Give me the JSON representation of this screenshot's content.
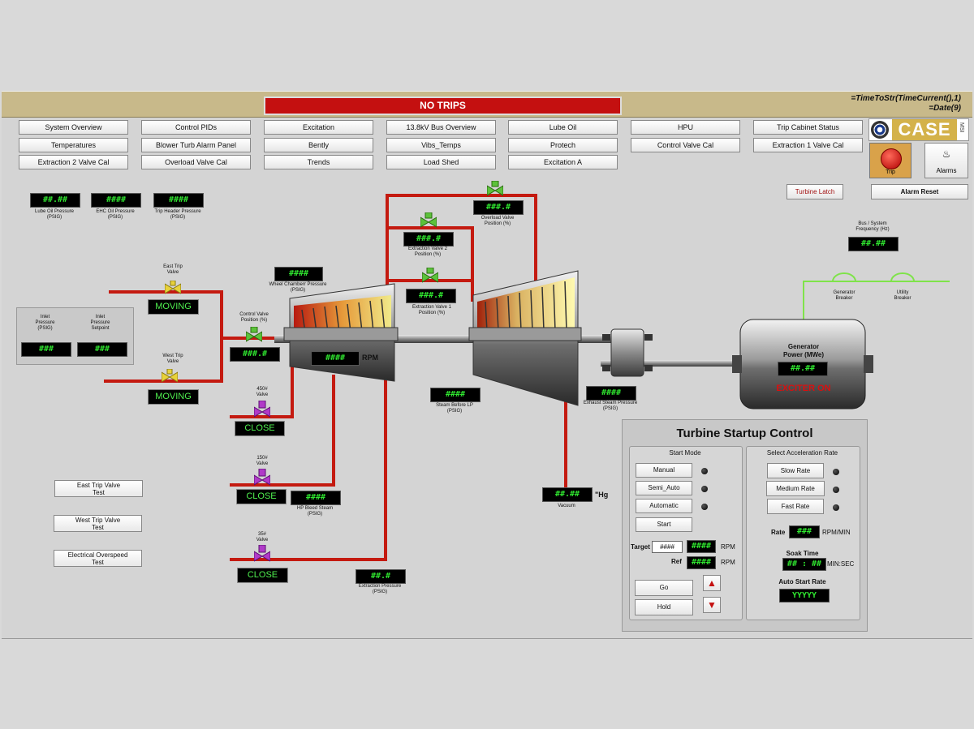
{
  "header": {
    "trip_status": "NO TRIPS",
    "clock_time": "=TimeToStr(TimeCurrent(),1)",
    "clock_date": "=Date(9)"
  },
  "nav": [
    "System Overview",
    "Control PIDs",
    "Excitation",
    "13.8kV Bus Overview",
    "Lube Oil",
    "HPU",
    "Trip Cabinet Status",
    "Temperatures",
    "Blower Turb Alarm Panel",
    "Bently",
    "Vibs_Temps",
    "Protech",
    "Control Valve Cal",
    "Extraction 1 Valve Cal",
    "Extraction 2 Valve Cal",
    "Overload Valve Cal",
    "Trends",
    "Load Shed",
    "Excitation A"
  ],
  "logo": {
    "text": "CASE",
    "sub": "MSI"
  },
  "buttons": {
    "trip": "Trip",
    "alarms": "Alarms",
    "turbine_latch": "Turbine Latch",
    "alarm_reset": "Alarm Reset"
  },
  "readouts": {
    "lube_oil": {
      "value": "##.##",
      "label": "Lube Oil Pressure\n(PSIG)"
    },
    "ehc_oil": {
      "value": "####",
      "label": "EHC Oil Pressure\n(PSIG)"
    },
    "trip_header": {
      "value": "####",
      "label": "Trip Header Pressure\n(PSIG)"
    },
    "inlet_pressure": {
      "value": "###",
      "label": "Inlet\nPressure\n(PSIG)"
    },
    "inlet_setpoint": {
      "value": "###",
      "label": "Inlet\nPressure\nSetpoint"
    },
    "control_valve": {
      "value": "###.#",
      "label": "Control Valve\nPosition (%)"
    },
    "wheel_chamber": {
      "value": "####",
      "label": "Wheel Chamberr Pressure\n(PSIG)"
    },
    "rpm": {
      "value": "####",
      "unit": "RPM"
    },
    "ext2": {
      "value": "###.#",
      "label": "Extraction Valve 2\nPosition (%)"
    },
    "ext1": {
      "value": "###.#",
      "label": "Extraction Valve 1\nPosition (%)"
    },
    "overload": {
      "value": "###.#",
      "label": "Overload Valve\nPosition (%)"
    },
    "steam_lp": {
      "value": "####",
      "label": "Steam Before LP\n(PSIG)"
    },
    "exhaust": {
      "value": "####",
      "label": "Exhaust Steam Pressure\n(PSIG)"
    },
    "vacuum": {
      "value": "##.##",
      "label": "Vacuum",
      "unit": "\"Hg"
    },
    "hp_bleed": {
      "value": "####",
      "label": "HP Bleed Steam\n(PSIG)"
    },
    "extraction_pressure": {
      "value": "##.#",
      "label": "Extraction Pressure\n(PSIG)"
    },
    "bus_freq": {
      "value": "##.##",
      "label": "Bus / System\nFrequency (Hz)"
    },
    "gen_power": {
      "value": "##.##",
      "label": "Generator\nPower (MWe)"
    }
  },
  "valves": {
    "east_trip": {
      "label": "East Trip\nValve",
      "status": "MOVING"
    },
    "west_trip": {
      "label": "West Trip\nValve",
      "status": "MOVING"
    },
    "v450": {
      "label": "450#\nValve",
      "status": "CLOSE"
    },
    "v150": {
      "label": "150#\nValve",
      "status": "CLOSE"
    },
    "v35": {
      "label": "35#\nValve",
      "status": "CLOSE"
    }
  },
  "breakers": {
    "generator": "Generator\nBreaker",
    "utility": "Utility\nBreaker"
  },
  "exciter": "EXCITER ON",
  "tests": [
    "East Trip Valve\nTest",
    "West Trip Valve\nTest",
    "Electrical Overspeed\nTest"
  ],
  "startup": {
    "title": "Turbine Startup Control",
    "start_mode_title": "Start Mode",
    "modes": [
      "Manual",
      "Semi_Auto",
      "Automatic"
    ],
    "start": "Start",
    "target_label": "Target",
    "target_value": "####",
    "target_readout": "####",
    "ref_label": "Ref",
    "ref_readout": "####",
    "rpm_unit": "RPM",
    "go": "Go",
    "hold": "Hold",
    "accel_title": "Select Acceleration Rate",
    "rates": [
      "Slow Rate",
      "Medium Rate",
      "Fast Rate"
    ],
    "rate_label": "Rate",
    "rate_value": "###",
    "rate_unit": "RPM/MIN",
    "soak_label": "Soak Time",
    "soak_value": "## : ##",
    "soak_unit": "MIN:SEC",
    "auto_rate_label": "Auto Start Rate",
    "auto_rate_value": "YYYYY"
  },
  "colors": {
    "steam_pipe": "#c41a10",
    "status_green": "#4ff04f",
    "breaker_line": "#7fe34a",
    "trip_bar": "#c41010"
  }
}
